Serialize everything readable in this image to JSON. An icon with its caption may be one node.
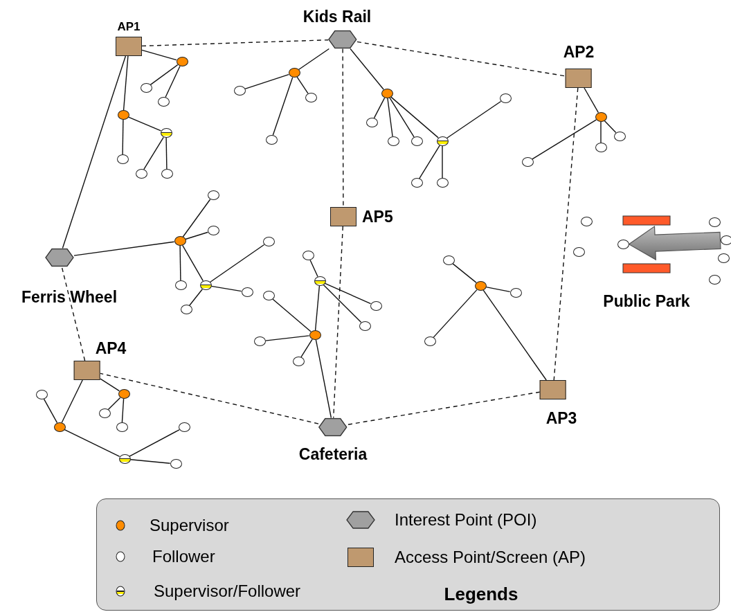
{
  "diagram": {
    "nodes": [
      {
        "text": [
          "AP1"
        ]
      },
      {
        "text": [
          "Kids Rail"
        ]
      },
      {
        "text": [
          "AP2"
        ]
      },
      {
        "text": [
          "AP5"
        ]
      },
      {
        "text": [
          "Ferris Wheel"
        ]
      },
      {
        "text": [
          "AP4"
        ]
      },
      {
        "text": [
          "AP3"
        ]
      },
      {
        "text": [
          "Cafeteria"
        ]
      },
      {
        "text": [],
        "shape": "circle"
      },
      {
        "text": [],
        "shape": "circle"
      },
      {
        "text": [],
        "shape": "circle"
      },
      {
        "text": [],
        "shape": "circle"
      },
      {
        "text": [],
        "shape": "circle"
      },
      {
        "text": [],
        "shape": "circle"
      },
      {
        "text": [],
        "shape": "circle"
      },
      {
        "text": [],
        "shape": "circle"
      },
      {
        "text": [],
        "shape": "circle"
      },
      {
        "text": [],
        "shape": "circle"
      },
      {
        "text": [],
        "shape": "circle"
      },
      {
        "text": [],
        "shape": "circle"
      },
      {
        "text": [],
        "shape": "circle"
      },
      {
        "text": [],
        "shape": "circle"
      },
      {
        "text": [],
        "shape": "circle"
      },
      {
        "text": [],
        "shape": "circle"
      },
      {
        "text": [],
        "shape": "circle"
      },
      {
        "text": [],
        "shape": "circle"
      },
      {
        "text": [],
        "shape": "circle"
      },
      {
        "text": [],
        "shape": "circle"
      },
      {
        "text": [],
        "shape": "circle"
      },
      {
        "text": [],
        "shape": "circle"
      },
      {
        "text": [],
        "shape": "circle"
      },
      {
        "text": [],
        "shape": "circle"
      },
      {
        "text": [],
        "shape": "circle"
      },
      {
        "text": [],
        "shape": "circle"
      },
      {
        "text": [],
        "shape": "circle"
      },
      {
        "text": [],
        "shape": "circle"
      },
      {
        "text": [],
        "shape": "circle"
      },
      {
        "text": [],
        "shape": "circle"
      },
      {
        "text": [],
        "shape": "circle"
      },
      {
        "text": [],
        "shape": "circle"
      },
      {
        "text": [],
        "shape": "circle"
      },
      {
        "text": [],
        "shape": "circle"
      },
      {
        "text": [],
        "shape": "circle"
      },
      {
        "text": [],
        "shape": "circle"
      },
      {
        "text": [],
        "shape": "circle"
      },
      {
        "text": [],
        "shape": "circle"
      },
      {
        "text": [],
        "shape": "circle"
      },
      {
        "text": [],
        "shape": "circle"
      },
      {
        "text": [],
        "shape": "circle"
      },
      {
        "text": [],
        "shape": "circle"
      },
      {
        "text": [],
        "shape": "circle"
      },
      {
        "text": [],
        "shape": "circle"
      },
      {
        "text": [],
        "shape": "circle"
      },
      {
        "text": [],
        "shape": "circle"
      },
      {
        "text": [],
        "shape": "circle"
      },
      {
        "text": [],
        "shape": "circle"
      },
      {
        "text": [],
        "shape": "circle"
      },
      {
        "text": [],
        "shape": "circle"
      },
      {
        "text": [],
        "shape": "circle"
      },
      {
        "text": [],
        "shape": "circle"
      },
      {
        "text": [],
        "shape": "circle"
      },
      {
        "text": [],
        "shape": "circle"
      },
      {
        "text": [],
        "shape": "circle"
      },
      {
        "text": [],
        "shape": "circle"
      },
      {
        "text": [],
        "shape": "circle"
      },
      {
        "text": [],
        "shape": "circle"
      },
      {
        "text": [],
        "shape": "circle"
      }
    ],
    "edges": [
      {
        "from": 0,
        "to": 1,
        "arrow": "none",
        "style": "dashed"
      },
      {
        "from": 1,
        "to": 2,
        "arrow": "none",
        "style": "dashed"
      },
      {
        "from": 1,
        "to": 3,
        "arrow": "none",
        "style": "dashed"
      },
      {
        "from": 3,
        "to": 7,
        "arrow": "none",
        "style": "dashed"
      },
      {
        "from": 2,
        "to": 6,
        "arrow": "none",
        "style": "dashed"
      },
      {
        "from": 6,
        "to": 7,
        "arrow": "none",
        "style": "dashed"
      },
      {
        "from": 7,
        "to": 5,
        "arrow": "none",
        "style": "dashed"
      },
      {
        "from": 5,
        "to": 4,
        "arrow": "none",
        "style": "dashed"
      },
      {
        "from": 0,
        "to": 4,
        "arrow": "none"
      },
      {
        "from": 0,
        "to": 8,
        "arrow": "none"
      },
      {
        "from": 8,
        "to": 9,
        "arrow": "none"
      },
      {
        "from": 8,
        "to": 10,
        "arrow": "none"
      },
      {
        "from": 0,
        "to": 11,
        "arrow": "none"
      },
      {
        "from": 11,
        "to": 12,
        "arrow": "none"
      },
      {
        "from": 11,
        "to": 13,
        "arrow": "none"
      },
      {
        "from": 13,
        "to": 14,
        "arrow": "none"
      },
      {
        "from": 13,
        "to": 15,
        "arrow": "none"
      },
      {
        "from": 1,
        "to": 16,
        "arrow": "none"
      },
      {
        "from": 16,
        "to": 17,
        "arrow": "none"
      },
      {
        "from": 16,
        "to": 18,
        "arrow": "none"
      },
      {
        "from": 16,
        "to": 19,
        "arrow": "none"
      },
      {
        "from": 1,
        "to": 20,
        "arrow": "none"
      },
      {
        "from": 20,
        "to": 21,
        "arrow": "none"
      },
      {
        "from": 20,
        "to": 22,
        "arrow": "none"
      },
      {
        "from": 20,
        "to": 23,
        "arrow": "none"
      },
      {
        "from": 20,
        "to": 24,
        "arrow": "none"
      },
      {
        "from": 24,
        "to": 25,
        "arrow": "none"
      },
      {
        "from": 24,
        "to": 26,
        "arrow": "none"
      },
      {
        "from": 24,
        "to": 27,
        "arrow": "none"
      },
      {
        "from": 2,
        "to": 28,
        "arrow": "none"
      },
      {
        "from": 28,
        "to": 29,
        "arrow": "none"
      },
      {
        "from": 28,
        "to": 30,
        "arrow": "none"
      },
      {
        "from": 28,
        "to": 31,
        "arrow": "none"
      },
      {
        "from": 4,
        "to": 32,
        "arrow": "none"
      },
      {
        "from": 32,
        "to": 33,
        "arrow": "none"
      },
      {
        "from": 32,
        "to": 34,
        "arrow": "none"
      },
      {
        "from": 32,
        "to": 35,
        "arrow": "none"
      },
      {
        "from": 32,
        "to": 36,
        "arrow": "none"
      },
      {
        "from": 36,
        "to": 37,
        "arrow": "none"
      },
      {
        "from": 36,
        "to": 38,
        "arrow": "none"
      },
      {
        "from": 36,
        "to": 39,
        "arrow": "none"
      },
      {
        "from": 40,
        "to": 41,
        "arrow": "none"
      },
      {
        "from": 40,
        "to": 42,
        "arrow": "none"
      },
      {
        "from": 40,
        "to": 43,
        "arrow": "none"
      },
      {
        "from": 40,
        "to": 44,
        "arrow": "none"
      },
      {
        "from": 44,
        "to": 45,
        "arrow": "none"
      },
      {
        "from": 44,
        "to": 46,
        "arrow": "none"
      },
      {
        "from": 44,
        "to": 47,
        "arrow": "none"
      },
      {
        "from": 44,
        "to": 7,
        "arrow": "none"
      },
      {
        "from": 48,
        "to": 49,
        "arrow": "none"
      },
      {
        "from": 48,
        "to": 50,
        "arrow": "none"
      },
      {
        "from": 48,
        "to": 51,
        "arrow": "none"
      },
      {
        "from": 48,
        "to": 6,
        "arrow": "none"
      },
      {
        "from": 5,
        "to": 52,
        "arrow": "none"
      },
      {
        "from": 52,
        "to": 53,
        "arrow": "none"
      },
      {
        "from": 52,
        "to": 54,
        "arrow": "none"
      },
      {
        "from": 5,
        "to": 55,
        "arrow": "none"
      },
      {
        "from": 55,
        "to": 56,
        "arrow": "none"
      },
      {
        "from": 55,
        "to": 57,
        "arrow": "none"
      },
      {
        "from": 57,
        "to": 58,
        "arrow": "none"
      },
      {
        "from": 57,
        "to": 59,
        "arrow": "none"
      },
      {
        "from": 64,
        "to": 62,
        "arrow": "to",
        "style": "thick",
        "color": "#555555"
      }
    ],
    "labels": [
      "Public Park",
      "Legends"
    ],
    "legend": [
      {
        "text": "Supervisor"
      },
      {
        "text": "Follower"
      },
      {
        "text": "Supervisor/Follower"
      },
      {
        "text": "Interest Point (POI)"
      },
      {
        "text": "Access Point/Screen (AP)"
      }
    ]
  }
}
